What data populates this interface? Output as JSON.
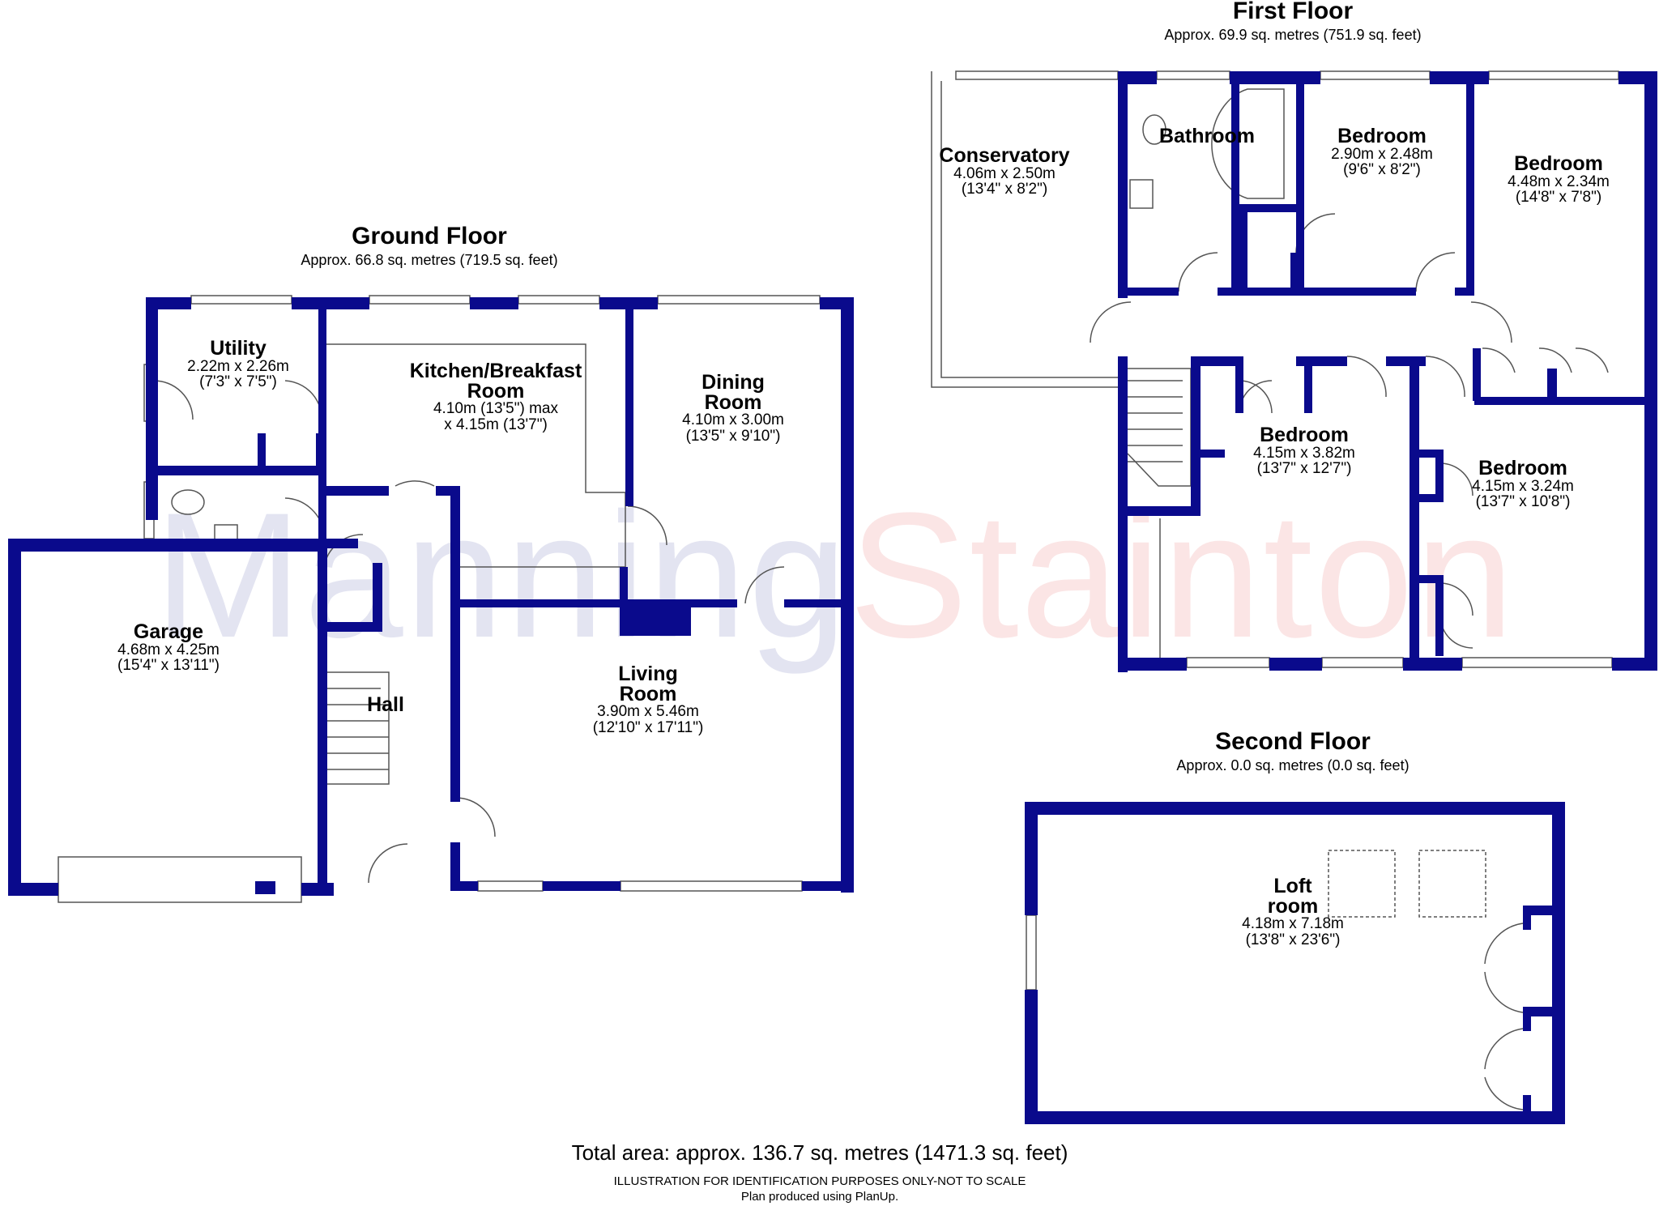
{
  "brand": {
    "watermark_part1": "Manning",
    "watermark_part2": "Stainton",
    "wall_color": "#0a0a8c",
    "line_color": "#555555"
  },
  "ground_floor": {
    "title": "Ground Floor",
    "area": "Approx. 66.8 sq. metres (719.5 sq. feet)",
    "rooms": {
      "utility": {
        "name": "Utility",
        "dim_m": "2.22m x 2.26m",
        "dim_ft": "(7'3\" x 7'5\")"
      },
      "kitchen": {
        "name_line1": "Kitchen/Breakfast",
        "name_line2": "Room",
        "dim_m": "4.10m (13'5\") max",
        "dim_ft": "x 4.15m (13'7\")"
      },
      "dining": {
        "name_line1": "Dining",
        "name_line2": "Room",
        "dim_m": "4.10m x 3.00m",
        "dim_ft": "(13'5\" x 9'10\")"
      },
      "garage": {
        "name": "Garage",
        "dim_m": "4.68m x 4.25m",
        "dim_ft": "(15'4\" x 13'11\")"
      },
      "hall": {
        "name": "Hall"
      },
      "living": {
        "name_line1": "Living",
        "name_line2": "Room",
        "dim_m": "3.90m x 5.46m",
        "dim_ft": "(12'10\" x 17'11\")"
      }
    }
  },
  "first_floor": {
    "title": "First Floor",
    "area": "Approx. 69.9 sq. metres (751.9 sq. feet)",
    "rooms": {
      "conservatory": {
        "name": "Conservatory",
        "dim_m": "4.06m x 2.50m",
        "dim_ft": "(13'4\" x 8'2\")"
      },
      "bathroom": {
        "name": "Bathroom"
      },
      "bedroom_a": {
        "name": "Bedroom",
        "dim_m": "2.90m x 2.48m",
        "dim_ft": "(9'6\" x 8'2\")"
      },
      "bedroom_b": {
        "name": "Bedroom",
        "dim_m": "4.48m x 2.34m",
        "dim_ft": "(14'8\" x 7'8\")"
      },
      "bedroom_c": {
        "name": "Bedroom",
        "dim_m": "4.15m x 3.82m",
        "dim_ft": "(13'7\" x 12'7\")"
      },
      "bedroom_d": {
        "name": "Bedroom",
        "dim_m": "4.15m x 3.24m",
        "dim_ft": "(13'7\" x 10'8\")"
      }
    }
  },
  "second_floor": {
    "title": "Second Floor",
    "area": "Approx. 0.0 sq. metres (0.0 sq. feet)",
    "rooms": {
      "loft": {
        "name_line1": "Loft",
        "name_line2": "room",
        "dim_m": "4.18m x 7.18m",
        "dim_ft": "(13'8\" x 23'6\")"
      }
    }
  },
  "footer": {
    "total": "Total area: approx. 136.7 sq. metres (1471.3 sq. feet)",
    "disclaimer": "ILLUSTRATION FOR IDENTIFICATION PURPOSES ONLY-NOT TO SCALE",
    "credit": "Plan produced using PlanUp."
  }
}
